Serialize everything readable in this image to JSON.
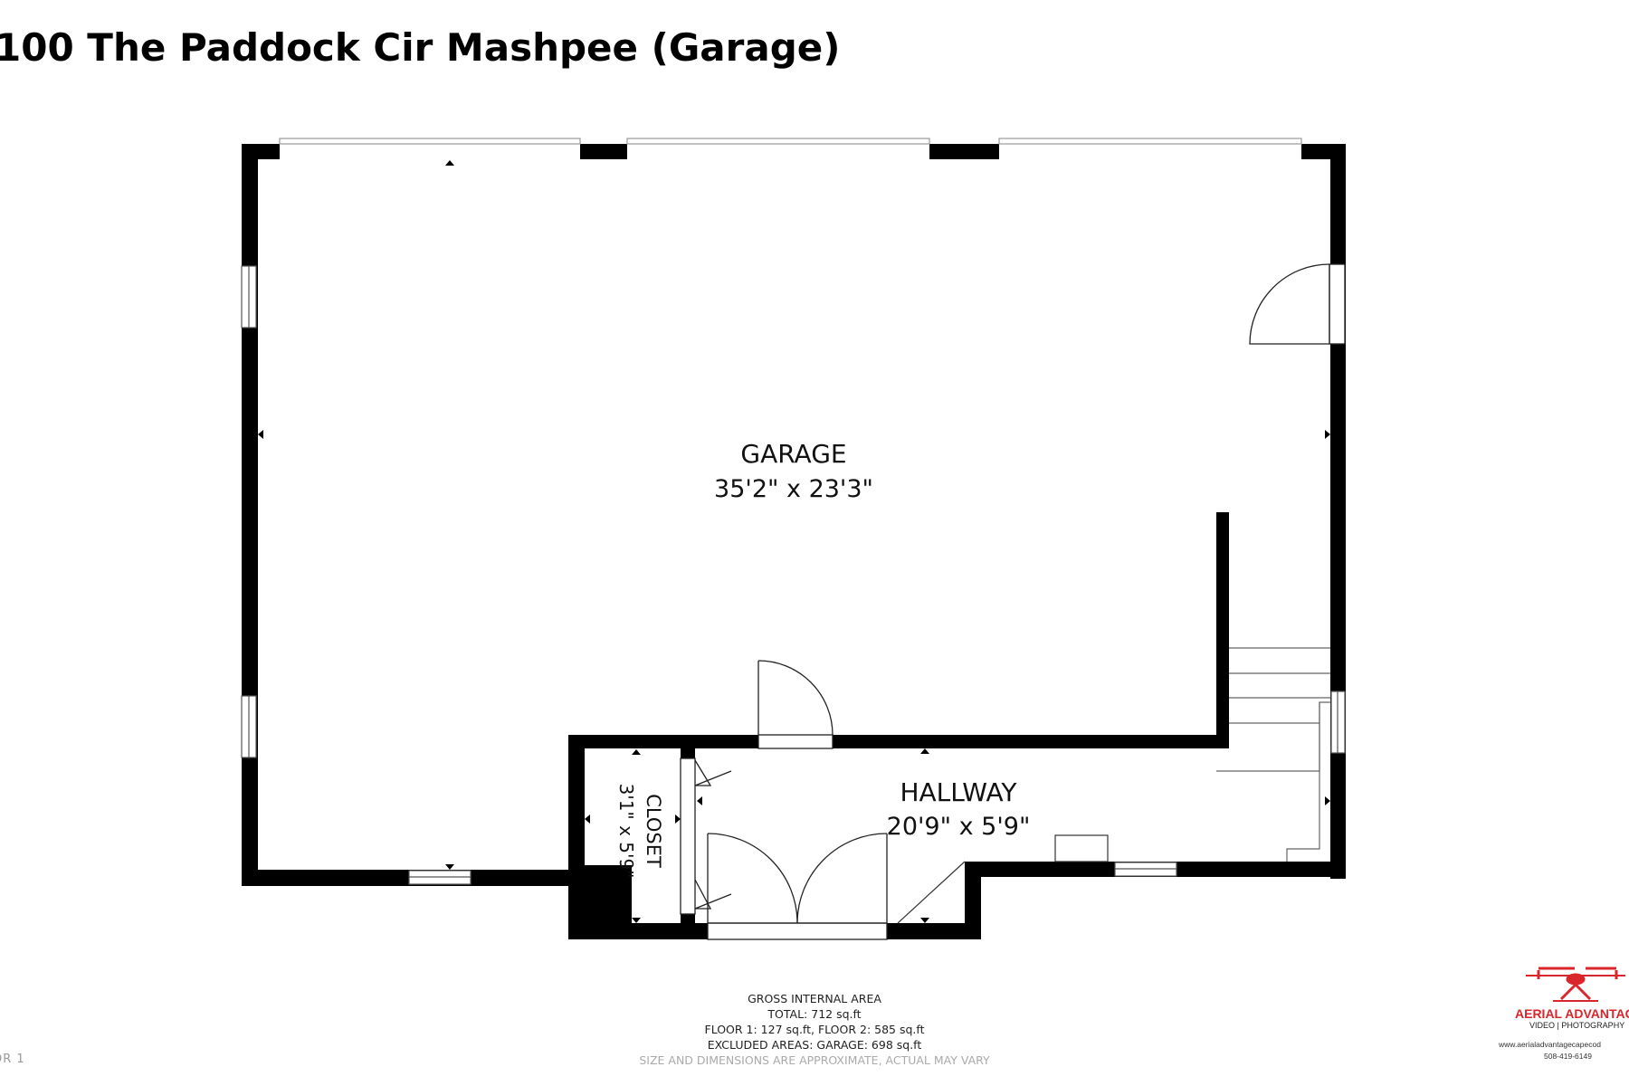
{
  "title": "100 The Paddock Cir Mashpee (Garage)",
  "rooms": {
    "garage": {
      "name": "GARAGE",
      "dimensions": "35'2\" x 23'3\""
    },
    "hallway": {
      "name": "HALLWAY",
      "dimensions": "20'9\" x 5'9\""
    },
    "closet": {
      "name": "CLOSET",
      "dimensions": "3'1\" x 5'9\""
    }
  },
  "area_summary": {
    "heading": "GROSS INTERNAL AREA",
    "total": "TOTAL: 712 sq.ft",
    "floors": "FLOOR 1: 127 sq.ft, FLOOR 2: 585 sq.ft",
    "excluded": "EXCLUDED AREAS: GARAGE: 698 sq.ft",
    "disclaimer": "SIZE AND DIMENSIONS ARE APPROXIMATE, ACTUAL MAY VARY"
  },
  "floor_label": "OR 1",
  "logo": {
    "icon": "drone-icon",
    "brand": "AERIAL ADVANTAG",
    "tagline": "VIDEO | PHOTOGRAPHY",
    "url": "www.aerialadvantagecapecod",
    "phone": "508-419-6149",
    "brand_color": "#d8262b"
  },
  "colors": {
    "wall": "#000000",
    "background": "#ffffff"
  }
}
